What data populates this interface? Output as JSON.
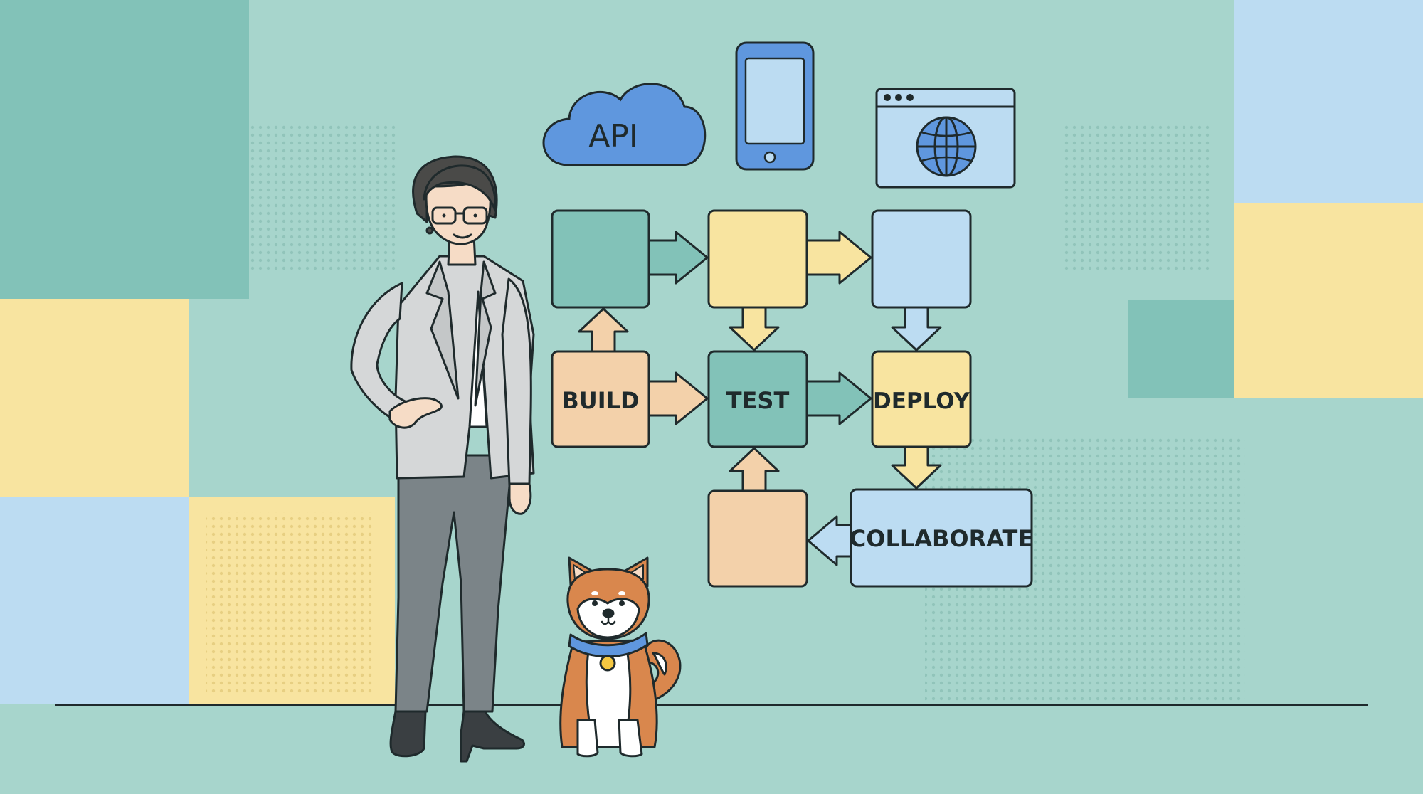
{
  "diagram": {
    "labels": {
      "build": "BUILD",
      "test": "TEST",
      "deploy": "DEPLOY",
      "collaborate": "COLLABORATE"
    },
    "icons": {
      "api_cloud": "API"
    }
  },
  "colors": {
    "background": "#a7d5cc",
    "teal": "#82c2b8",
    "yellow": "#f8e4a0",
    "blue": "#bcdcf2",
    "peach": "#f3d1aa",
    "outline": "#1f2a2c",
    "icon_blue": "#5f97de"
  }
}
